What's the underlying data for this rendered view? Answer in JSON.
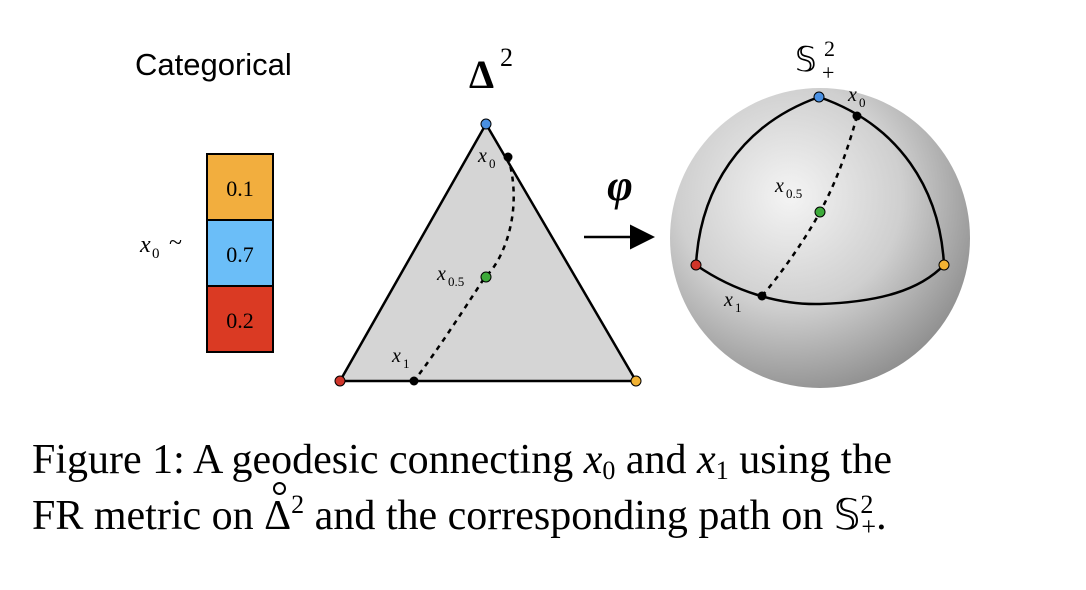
{
  "figure": {
    "categorical_label": "Categorical",
    "simplex_label": "Δ",
    "simplex_sup": "2",
    "sphere_label": "𝕊",
    "sphere_sup": "2",
    "sphere_sub": "+",
    "map_label": "φ",
    "sample_label": "x",
    "sample_sub": "0",
    "sample_tilde": "~",
    "categories": [
      {
        "value": "0.1",
        "color": "#F2AE3E"
      },
      {
        "value": "0.7",
        "color": "#6BBEF8"
      },
      {
        "value": "0.2",
        "color": "#DA3A23"
      }
    ],
    "points": {
      "x0": {
        "label": "x",
        "sub": "0"
      },
      "xmid": {
        "label": "x",
        "sub": "0.5"
      },
      "x1": {
        "label": "x",
        "sub": "1"
      }
    },
    "vertex_colors": {
      "top": "#4A90E2",
      "left": "#D0352A",
      "right": "#F2B233",
      "mid": "#3DAA3A"
    }
  },
  "caption": {
    "prefix": "Figure 1:",
    "part1": " A geodesic connecting ",
    "var0": "x",
    "sub0": "0",
    "and": " and ",
    "var1": "x",
    "sub1": "1",
    "part2": " using the",
    "part3": "FR metric on ",
    "delta": "Δ",
    "delta_sup": "2",
    "part4": " and the corresponding path on ",
    "sphere": "𝕊",
    "sphere_sup": "2",
    "sphere_sub": "+",
    "period": "."
  }
}
